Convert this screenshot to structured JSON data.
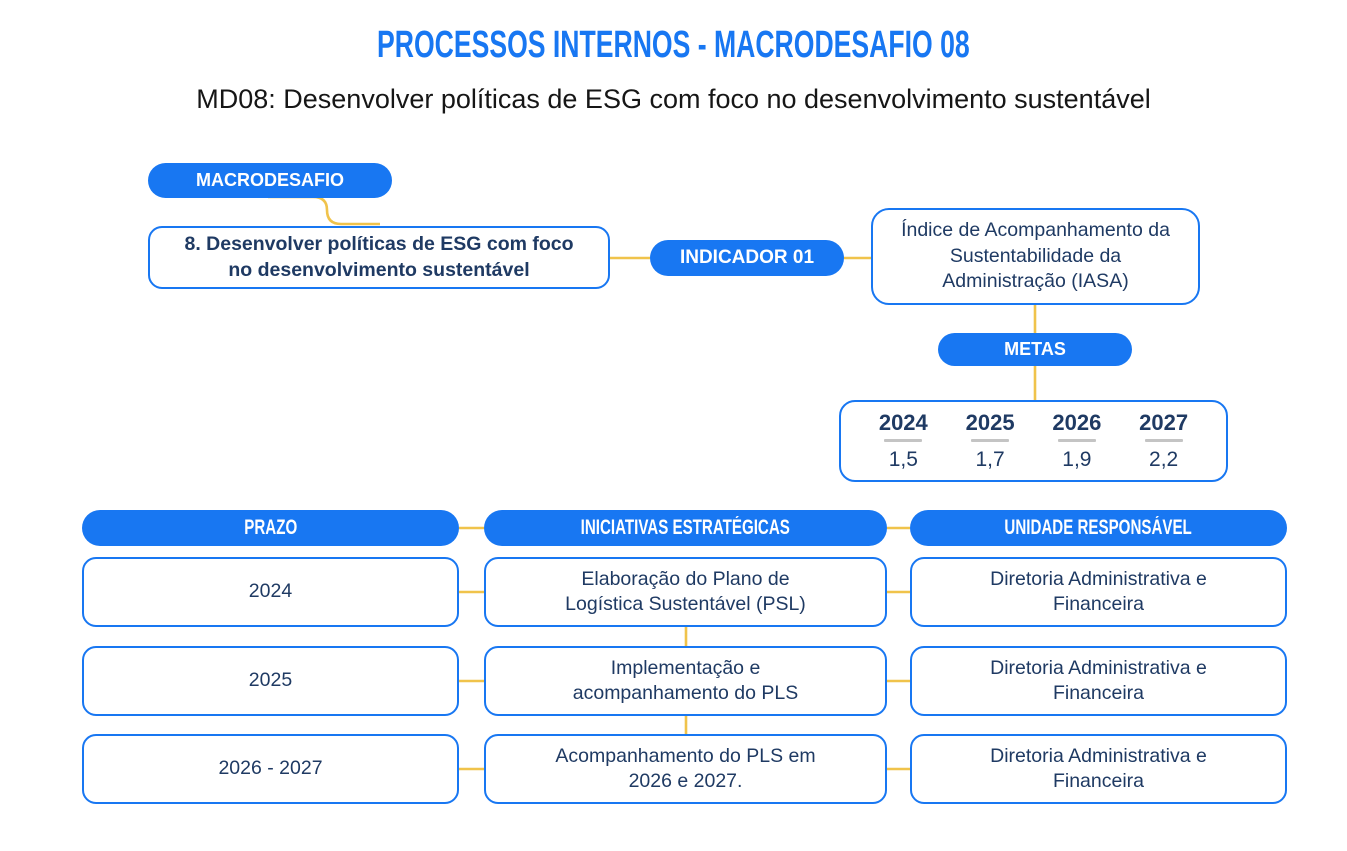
{
  "title": "PROCESSOS INTERNOS - MACRODESAFIO 08",
  "subtitle": "MD08: Desenvolver políticas de ESG com foco no desenvolvimento sustentável",
  "colors": {
    "accent_blue": "#1877F2",
    "navy": "#1F3A63",
    "connector_yellow": "#F0C34B",
    "underline_gray": "#C4C4C4",
    "subtitle_black": "#161616"
  },
  "macrodesafio": {
    "label": "MACRODESAFIO",
    "description": "8. Desenvolver políticas de ESG com foco no desenvolvimento sustentável"
  },
  "indicador": {
    "label": "INDICADOR 01",
    "description": "Índice de Acompanhamento da Sustentabilidade da Administração (IASA)"
  },
  "metas": {
    "label": "METAS",
    "items": [
      {
        "year": "2024",
        "value": "1,5"
      },
      {
        "year": "2025",
        "value": "1,7"
      },
      {
        "year": "2026",
        "value": "1,9"
      },
      {
        "year": "2027",
        "value": "2,2"
      }
    ]
  },
  "table": {
    "headers": {
      "prazo": "PRAZO",
      "iniciativas": "INICIATIVAS ESTRATÉGICAS",
      "unidade": "UNIDADE RESPONSÁVEL"
    },
    "rows": [
      {
        "prazo": "2024",
        "iniciativa": "Elaboração do Plano de Logística Sustentável (PSL)",
        "unidade": "Diretoria Administrativa e Financeira"
      },
      {
        "prazo": "2025",
        "iniciativa": "Implementação e acompanhamento do PLS",
        "unidade": "Diretoria Administrativa e Financeira"
      },
      {
        "prazo": "2026 - 2027",
        "iniciativa": "Acompanhamento do PLS em 2026 e 2027.",
        "unidade": "Diretoria Administrativa e Financeira"
      }
    ]
  }
}
